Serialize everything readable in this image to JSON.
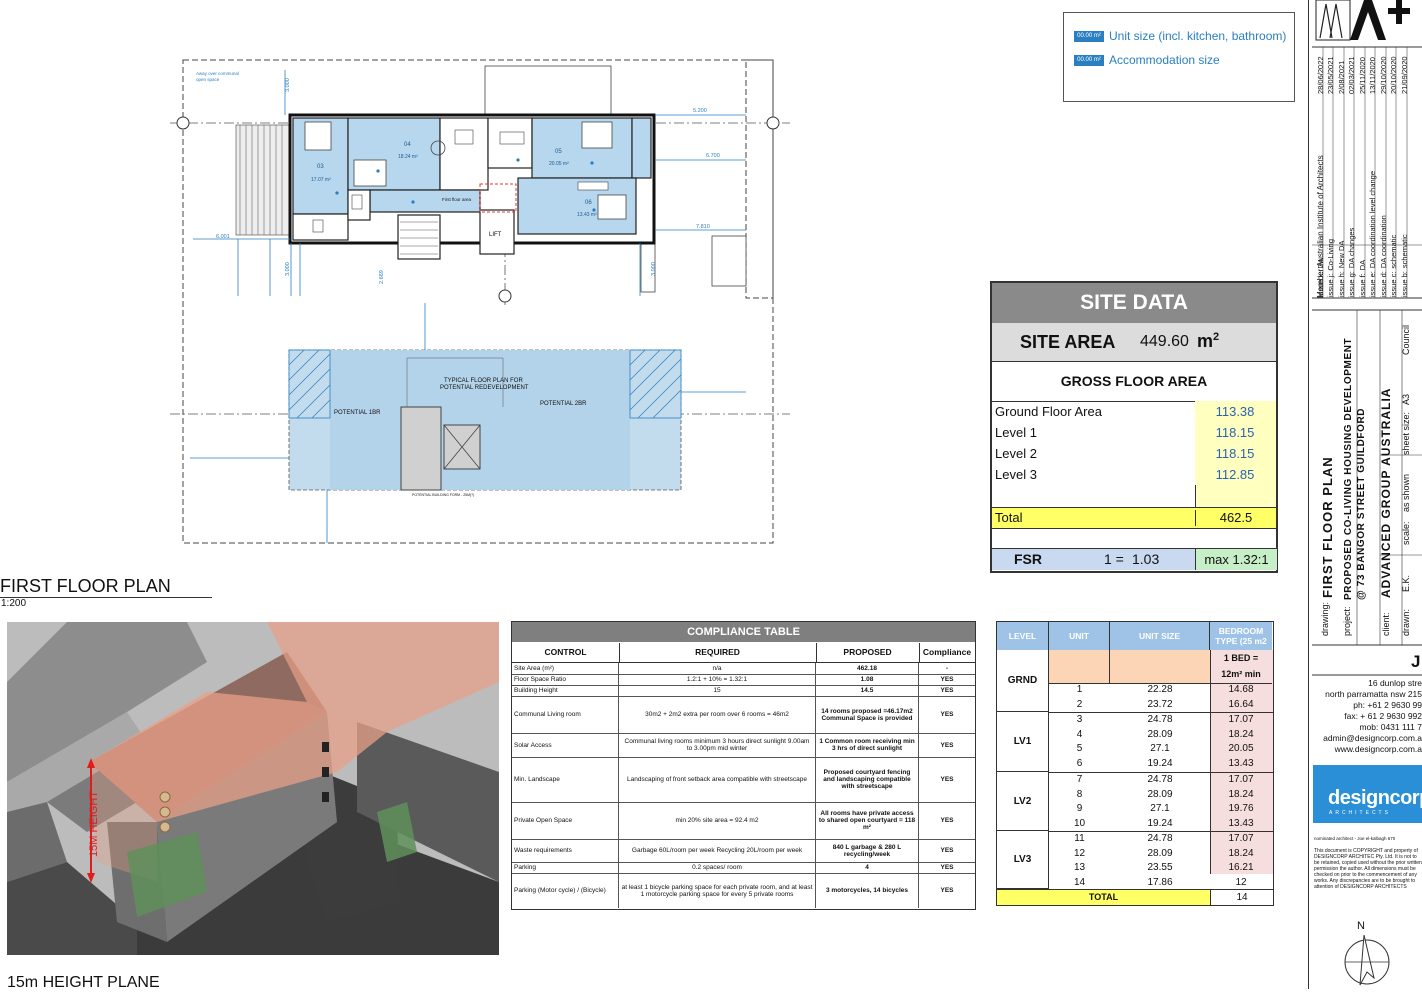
{
  "legend": {
    "items": [
      {
        "chip": "00.00 m²",
        "label": "Unit size (incl. kitchen, bathroom)"
      },
      {
        "chip": "00.00 m²",
        "label": "Accommodation size"
      }
    ]
  },
  "site_data": {
    "title": "SITE DATA",
    "site_area_label": "SITE AREA",
    "site_area_value": "449.60",
    "site_area_unit": "m",
    "gfa_label": "GROSS FLOOR AREA",
    "rows": [
      {
        "label": "Ground Floor Area",
        "value": "113.38"
      },
      {
        "label": "Level 1",
        "value": "118.15"
      },
      {
        "label": "Level 2",
        "value": "118.15"
      },
      {
        "label": "Level 3",
        "value": "112.85"
      }
    ],
    "total_label": "Total",
    "total_value": "462.5",
    "fsr_label": "FSR",
    "fsr_eq": "1 =",
    "fsr_value": "1.03",
    "fsr_max": "max 1.32:1"
  },
  "plan": {
    "title": "FIRST FLOOR PLAN",
    "scale": "1:200",
    "labels": {
      "ref_text": "TYPICAL FLOOR PLAN FOR POTENTIAL REDEVELOPMENT",
      "potential_1br": "POTENTIAL 1BR",
      "potential_2br": "POTENTIAL 2BR",
      "first_floor_area": "First floor area",
      "lift": "LIFT",
      "common_open": "Away over communal open space",
      "footprint": "POTENTIAL BUILDING FORM - 25M(?)"
    },
    "rooms": [
      {
        "id": "03",
        "area": "17.07 m²"
      },
      {
        "id": "04",
        "area": "18.24 m²"
      },
      {
        "id": "05",
        "area": "20.05 m²"
      },
      {
        "id": "06",
        "area": "13.43 m²"
      }
    ],
    "dims": [
      "5.200",
      "6.700",
      "7.810",
      "6.001",
      "3.000",
      "3.000",
      "2.669",
      "3.000"
    ]
  },
  "height_plane": {
    "title": "15m HEIGHT PLANE",
    "marker": "15M HEIGHT"
  },
  "compliance": {
    "title": "COMPLIANCE TABLE",
    "headers": [
      "CONTROL",
      "REQUIRED",
      "PROPOSED",
      "Compliance"
    ],
    "rows": [
      {
        "control": "Site Area (m²)",
        "required": "n/a",
        "proposed": "462.18",
        "compliance": "-"
      },
      {
        "control": "Floor Space Ratio",
        "required": "1.2:1 + 10% = 1.32:1",
        "proposed": "1.08",
        "compliance": "YES"
      },
      {
        "control": "Building Height",
        "required": "15",
        "proposed": "14.5",
        "compliance": "YES"
      },
      {
        "control": "Communal Living room",
        "required": "30m2 + 2m2 extra per room over 6 rooms = 46m2",
        "proposed": "14 rooms proposed =46.17m2 Communal Space is provided",
        "compliance": "YES"
      },
      {
        "control": "Solar Access",
        "required": "Communal living rooms minimum 3 hours direct sunlight 9.00am to 3.00pm mid winter",
        "proposed": "1 Common room receiving min 3 hrs of direct sunlight",
        "compliance": "YES"
      },
      {
        "control": "Min. Landscape",
        "required": "Landscaping of front setback area compatible with streetscape",
        "proposed": "Proposed courtyard fencing and landscaping compatible with streetscape",
        "compliance": "YES"
      },
      {
        "control": "Private Open Space",
        "required": "min 20% site area = 92.4 m2",
        "proposed": "All rooms have private access to shared open courtyard = 118 m²",
        "compliance": "YES"
      },
      {
        "control": "Waste requirements",
        "required": "Garbage 60L/room per week        Recycling 20L/room per week",
        "proposed": "840 L garbage & 280 L recycling/week",
        "compliance": "YES"
      },
      {
        "control": "Parking",
        "required": "0.2 spaces/ room",
        "proposed": "4",
        "compliance": "YES"
      },
      {
        "control": "Parking (Motor cycle) / (Bicycle)",
        "required": "at least 1 bicycle parking space for each private room, and at least 1 motorcycle parking space for every 5 private rooms",
        "proposed": "3 motorcycles, 14 bicycles",
        "compliance": "YES"
      }
    ]
  },
  "units": {
    "headers": [
      "LEVEL",
      "UNIT",
      "UNIT SIZE",
      "BEDROOM TYPE (25 m2"
    ],
    "grnd_label": "GRND",
    "bed_label_1": "1 BED =",
    "bed_label_2": "12m² min",
    "levels": [
      {
        "name": "GRND",
        "rows": [
          {
            "unit": "1",
            "size": "22.28",
            "bed": "14.68"
          },
          {
            "unit": "2",
            "size": "23.72",
            "bed": "16.64"
          }
        ]
      },
      {
        "name": "LV1",
        "rows": [
          {
            "unit": "3",
            "size": "24.78",
            "bed": "17.07"
          },
          {
            "unit": "4",
            "size": "28.09",
            "bed": "18.24"
          },
          {
            "unit": "5",
            "size": "27.1",
            "bed": "20.05"
          },
          {
            "unit": "6",
            "size": "19.24",
            "bed": "13.43"
          }
        ]
      },
      {
        "name": "LV2",
        "rows": [
          {
            "unit": "7",
            "size": "24.78",
            "bed": "17.07"
          },
          {
            "unit": "8",
            "size": "28.09",
            "bed": "18.24"
          },
          {
            "unit": "9",
            "size": "27.1",
            "bed": "19.76"
          },
          {
            "unit": "10",
            "size": "19.24",
            "bed": "13.43"
          }
        ]
      },
      {
        "name": "LV3",
        "rows": [
          {
            "unit": "11",
            "size": "24.78",
            "bed": "17.07"
          },
          {
            "unit": "12",
            "size": "28.09",
            "bed": "18.24"
          },
          {
            "unit": "13",
            "size": "23.55",
            "bed": "16.21"
          },
          {
            "unit": "14",
            "size": "17.86",
            "bed": "12"
          }
        ]
      }
    ],
    "total_label": "TOTAL",
    "total_value": "14"
  },
  "title_block": {
    "aia": "Member Australian Institute of Architects",
    "issues": [
      {
        "label": "issue k:",
        "desc": "DA",
        "date": "28/06/2022"
      },
      {
        "label": "issue j:",
        "desc": "Co-Living",
        "date": "23/05/2021"
      },
      {
        "label": "issue h:",
        "desc": "New DA",
        "date": "2/08/2021"
      },
      {
        "label": "issue g:",
        "desc": "DA changes",
        "date": "02/03/2021"
      },
      {
        "label": "issue f:",
        "desc": "DA",
        "date": "25/11/2020"
      },
      {
        "label": "issue e:",
        "desc": "DA coordination level change",
        "date": "13/11/2020"
      },
      {
        "label": "issue d:",
        "desc": "DA coordination",
        "date": "29/10/2020"
      },
      {
        "label": "issue c:",
        "desc": "schematic",
        "date": "20/10/2020"
      },
      {
        "label": "issue b:",
        "desc": "schematic",
        "date": "21/09/2020"
      }
    ],
    "drawing_label": "drawing:",
    "drawing": "FIRST FLOOR PLAN",
    "project_label": "project:",
    "project_1": "PROPOSED CO-LIVING HOUSING DEVELOPMENT",
    "project_2": "@ 73 BANGOR STREET GUILDFORD",
    "client_label": "client:",
    "client": "ADVANCED GROUP AUSTRALIA",
    "drawn_label": "drawn:",
    "drawn": "E.K.",
    "scale_label": "scale:",
    "scale": "as shown",
    "sheet_label": "sheet size:",
    "sheet": "A3",
    "council": "Council",
    "job_initial": "J",
    "address": [
      "16 dunlop stre",
      "north parramatta nsw 215",
      "ph: +61 2 9630 99",
      "fax: + 61 2 9630 992",
      "mob: 0431 111 7",
      "admin@designcorp.com.a",
      "www.designcorp.com.a"
    ],
    "logo_name": "designcorp",
    "logo_sub": "ARCHITECTS",
    "nominated": "nominated architect - Joe el-kalbagh 670",
    "copyright": "This document is COPYRIGHT and property of DESIGNCORP ARCHITEC Pty. Ltd. It is not to be retained, copied used without the prior written permission the author. All dimensions must be checked on prior to the commencement of any works. Any discrepancies are to be brought to attention of DESIGNCORP ARCHITECTS",
    "north": "N"
  },
  "colors": {
    "room_blue": "#b7d7ef",
    "blue_dim": "#2a7fc0",
    "site_yellow": "#ffffc0",
    "total_yellow": "#ffff66",
    "fsr_blue": "#c9daf0",
    "fsr_green": "#c7efc7",
    "unit_header": "#9ec3e6",
    "unit_pink": "#f6dede",
    "grnd_orange": "#fbd5b5",
    "height_plane": "#e8a088",
    "designcorp": "#2a8fd6"
  }
}
